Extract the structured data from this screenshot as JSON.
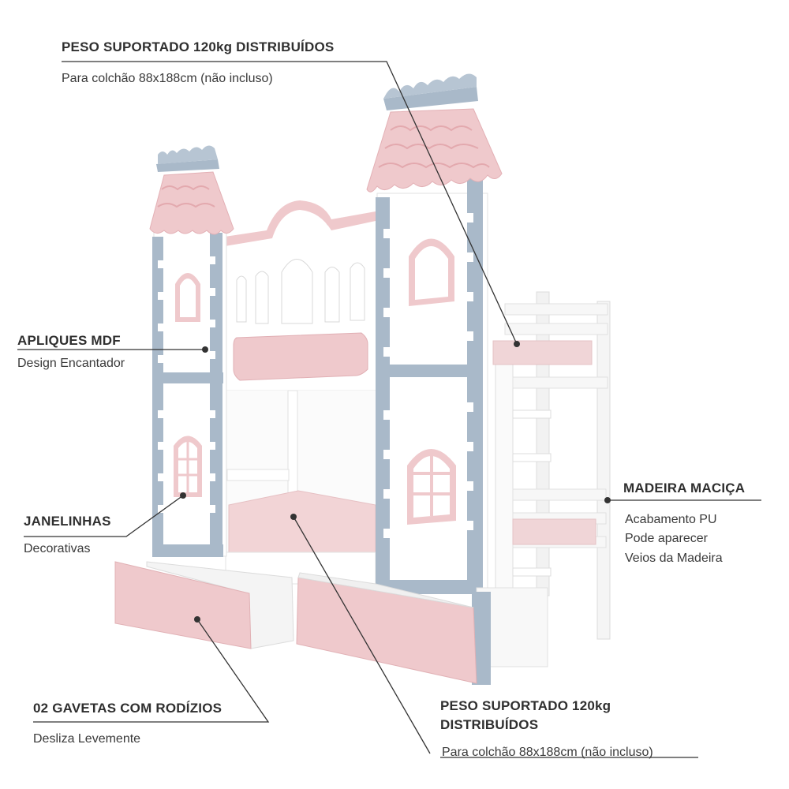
{
  "callouts": {
    "top": {
      "title": "PESO SUPORTADO 120kg DISTRIBUÍDOS",
      "subtitle": "Para colchão 88x188cm (não incluso)"
    },
    "apliques": {
      "title": "APLIQUES MDF",
      "subtitle": "Design Encantador"
    },
    "janelinhas": {
      "title": "JANELINHAS",
      "subtitle": "Decorativas"
    },
    "gavetas": {
      "title": "02 GAVETAS COM RODÍZIOS",
      "subtitle": "Desliza Levemente"
    },
    "madeira": {
      "title": "MADEIRA MACIÇA",
      "lines": [
        "Acabamento PU",
        "Pode aparecer",
        "Veios da Madeira"
      ]
    },
    "bottom": {
      "title_line1": "PESO SUPORTADO 120kg",
      "title_line2": "DISTRIBUÍDOS",
      "subtitle": "Para colchão 88x188cm (não incluso)"
    }
  },
  "colors": {
    "pink": "#efc9cc",
    "pink_dark": "#e3aeb3",
    "blue_gray": "#a9b9c9",
    "white": "#ffffff",
    "frame": "#f4f4f4",
    "line": "#333333"
  }
}
